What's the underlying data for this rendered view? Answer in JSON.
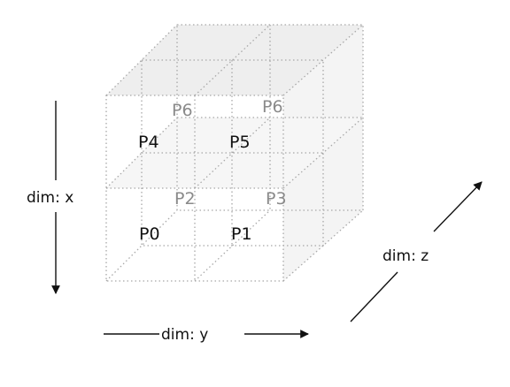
{
  "cells": {
    "front": [
      "P0",
      "P1",
      "P4",
      "P5"
    ],
    "back": [
      "P2",
      "P3",
      "P6",
      "P6"
    ]
  },
  "axes": {
    "x": "dim: x",
    "y": "dim: y",
    "z": "dim: z"
  },
  "colors": {
    "edge": "#a8a8a8",
    "front_text": "#111111",
    "back_text": "#8a8a8a",
    "face_fill": "#f2f2f2",
    "arrow": "#111111"
  }
}
